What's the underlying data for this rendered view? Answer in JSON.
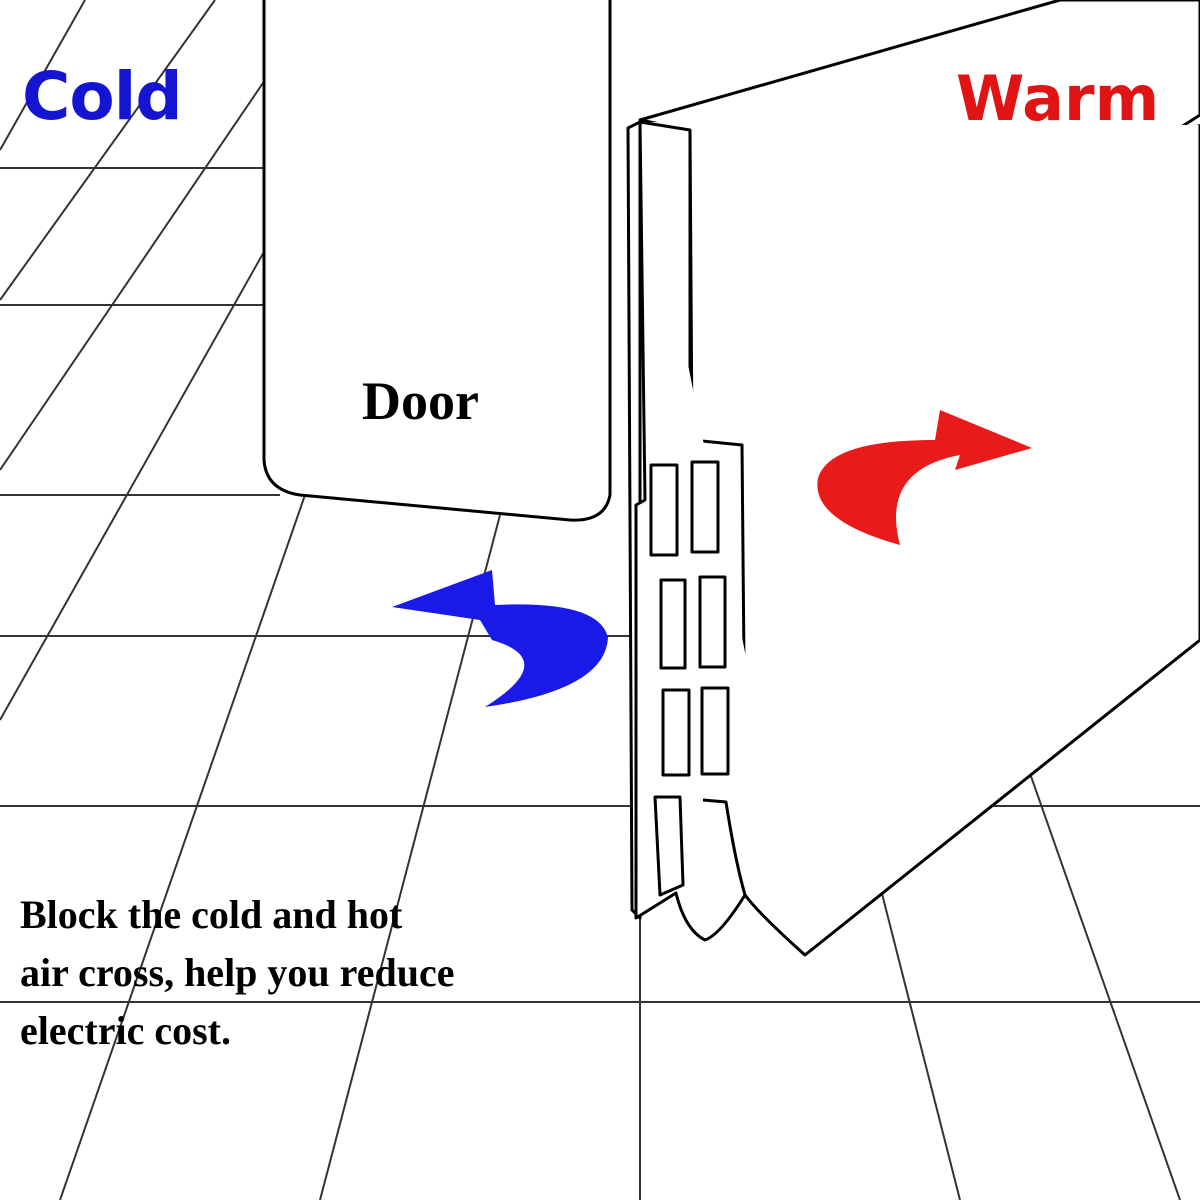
{
  "labels": {
    "cold": "Cold",
    "warm": "Warm",
    "door": "Door",
    "caption": "Block the cold and hot air cross, help you reduce electric cost."
  },
  "colors": {
    "cold": "#1414d2",
    "warm": "#e01414",
    "line": "#000000",
    "floor_grid": "#3a3a3a"
  },
  "icons": {
    "cold_arrow": "curved-arrow-left",
    "warm_arrow": "curved-arrow-right"
  }
}
